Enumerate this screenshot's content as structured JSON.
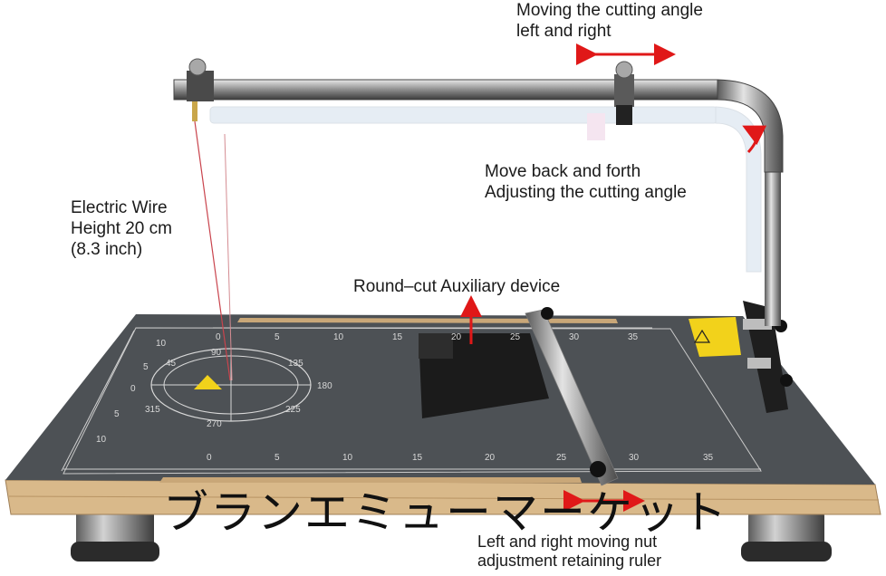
{
  "annotations": {
    "cutting_angle_lr": [
      "Moving the cutting angle",
      "left and right"
    ],
    "back_forth": [
      "Move back and forth",
      "Adjusting the cutting angle"
    ],
    "wire_height": [
      "Electric Wire",
      "Height 20 cm",
      "(8.3 inch)"
    ],
    "round_cut": "Round–cut Auxiliary device",
    "nut_ruler": [
      "Left and right moving nut",
      "adjustment retaining ruler"
    ]
  },
  "watermark": "ブランエミューマーケット",
  "ruler_top": [
    "0",
    "5",
    "10",
    "15",
    "20",
    "25",
    "30",
    "35"
  ],
  "ruler_bottom": [
    "0",
    "5",
    "10",
    "15",
    "20",
    "25",
    "30",
    "35"
  ],
  "protractor": [
    "90",
    "135",
    "180",
    "225",
    "270",
    "315",
    "45"
  ],
  "left_ruler": [
    "10",
    "5",
    "0",
    "5",
    "10"
  ],
  "colors": {
    "arrow": "#e01818",
    "board": "#4d5155",
    "plywood": "#d9b98a",
    "warning": "#f2d21b"
  }
}
